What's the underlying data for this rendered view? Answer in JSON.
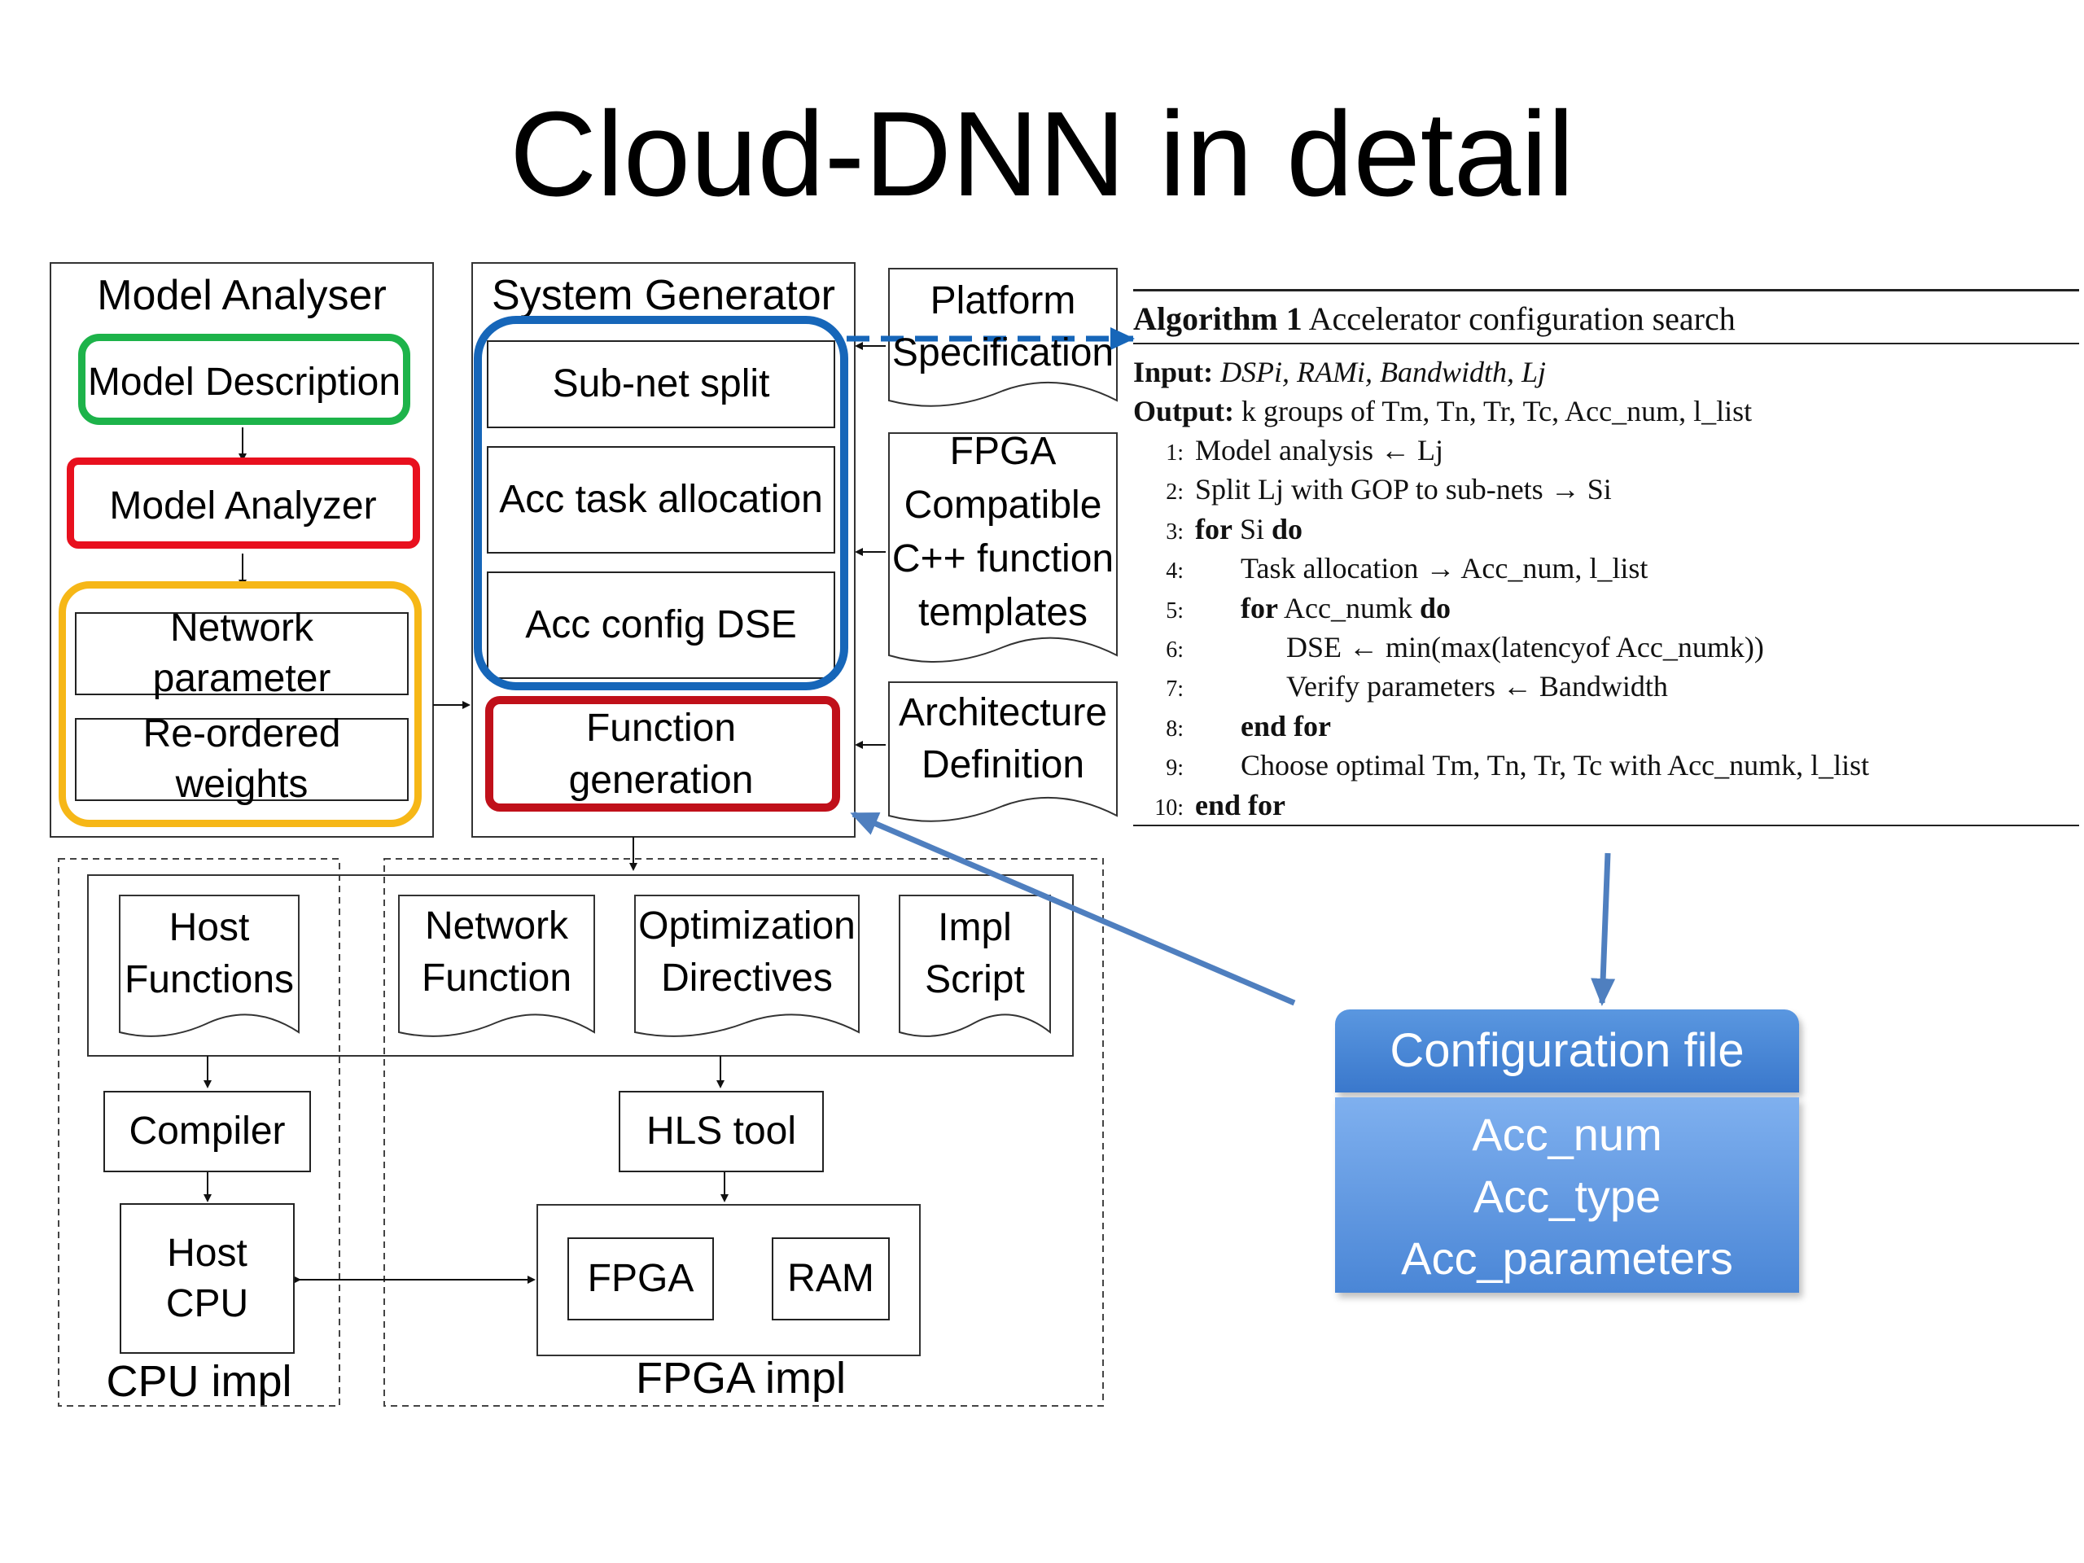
{
  "title": "Cloud-DNN in detail",
  "model_analyser": {
    "title": "Model Analyser",
    "model_description": "Model Description",
    "model_analyzer": "Model Analyzer",
    "network_parameter": "Network parameter",
    "reordered_weights": "Re-ordered weights"
  },
  "system_generator": {
    "title": "System Generator",
    "subnet_split": "Sub-net split",
    "acc_task_allocation": "Acc task allocation",
    "acc_config_dse": "Acc config DSE",
    "function_generation_line1": "Function",
    "function_generation_line2": "generation"
  },
  "inputs": {
    "platform_line1": "Platform",
    "platform_line2": "Specification",
    "fpga_line1": "FPGA",
    "fpga_line2": "Compatible",
    "fpga_line3": "C++ function",
    "fpga_line4": "templates",
    "arch_line1": "Architecture",
    "arch_line2": "Definition"
  },
  "cpu_impl": {
    "label": "CPU impl",
    "host_functions_line1": "Host",
    "host_functions_line2": "Functions",
    "compiler": "Compiler",
    "host_cpu": "Host CPU"
  },
  "fpga_impl": {
    "label": "FPGA impl",
    "network_function_line1": "Network",
    "network_function_line2": "Function",
    "optimization_line1": "Optimization",
    "optimization_line2": "Directives",
    "impl_script_line1": "Impl",
    "impl_script_line2": "Script",
    "hls_tool": "HLS tool",
    "fpga": "FPGA",
    "ram": "RAM"
  },
  "algorithm": {
    "label": "Algorithm 1",
    "name": "Accelerator configuration search",
    "input_label": "Input:",
    "input_value": "DSPi, RAMi, Bandwidth, Lj",
    "output_label": "Output:",
    "output_value": "k groups of Tm, Tn, Tr, Tc, Acc_num, l_list",
    "lines": [
      {
        "num": "1:",
        "text": "Model analysis ← Lj"
      },
      {
        "num": "2:",
        "text": "Split Lj with GOP to sub-nets → Si"
      },
      {
        "num": "3:",
        "text": "for Si do"
      },
      {
        "num": "4:",
        "text": "Task allocation → Acc_num, l_list"
      },
      {
        "num": "5:",
        "text": "for Acc_numk do"
      },
      {
        "num": "6:",
        "text": "DSE ← min(max(latencyof Acc_numk))"
      },
      {
        "num": "7:",
        "text": "Verify parameters ← Bandwidth"
      },
      {
        "num": "8:",
        "text": "end for"
      },
      {
        "num": "9:",
        "text": "Choose optimal Tm, Tn, Tr, Tc with Acc_numk, l_list"
      },
      {
        "num": "10:",
        "text": "end for"
      }
    ]
  },
  "config_file": {
    "title": "Configuration file",
    "items": [
      "Acc_num",
      "Acc_type",
      "Acc_parameters"
    ]
  },
  "colors": {
    "green": "#1db34a",
    "red": "#e8101e",
    "dark_red": "#c0101a",
    "yellow": "#f6b717",
    "blue": "#1666b9",
    "arrow_blue": "#4f7fbf"
  }
}
